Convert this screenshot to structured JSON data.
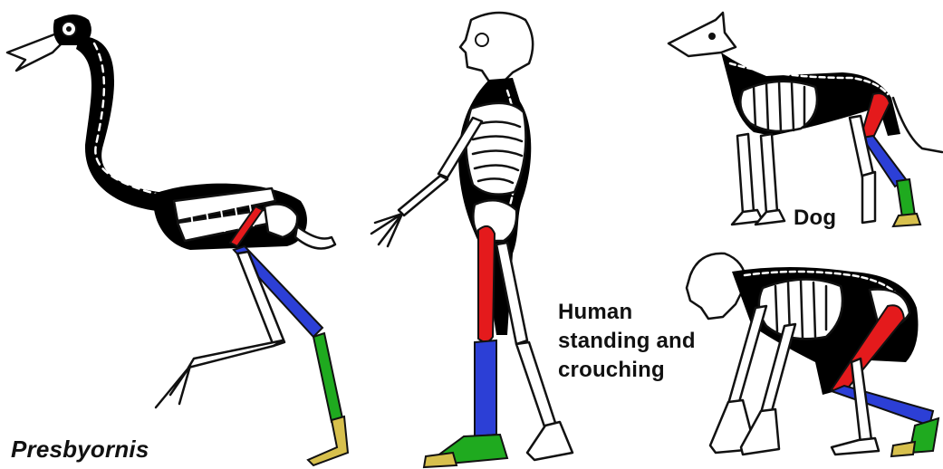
{
  "labels": {
    "presbyornis": "Presbyornis",
    "human": "Human\nstanding and\ncrouching",
    "dog": "Dog"
  },
  "colors": {
    "body": "#000000",
    "bone_outline": "#111111",
    "bone_fill": "#ffffff",
    "femur": "#e41a1c",
    "tibia": "#2c3fd6",
    "metatarsal": "#1faa1f",
    "foot": "#d7c04d"
  },
  "icons": [
    "bird-skeleton",
    "human-skeleton-standing",
    "dog-skeleton",
    "human-skeleton-crouching"
  ]
}
